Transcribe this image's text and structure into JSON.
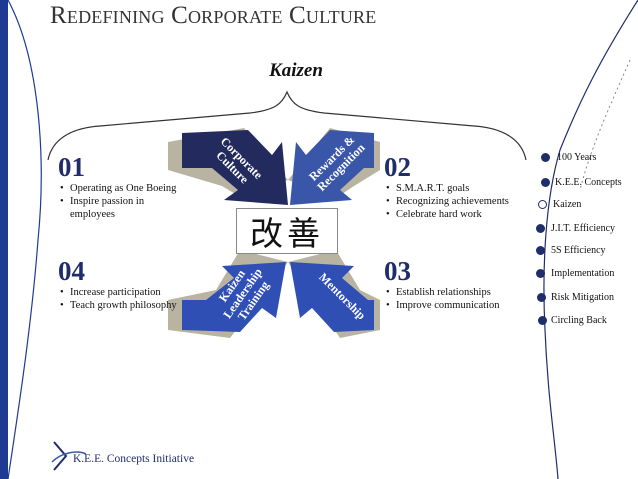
{
  "title": "Redefining Corporate Culture",
  "heading": "Kaizen",
  "kanji": "改善",
  "quadrants": [
    {
      "number": "01",
      "bullets": [
        "Operating as One Boeing",
        "Inspire passion in employees"
      ]
    },
    {
      "number": "02",
      "bullets": [
        "S.M.A.R.T. goals",
        "Recognizing achievements",
        "Celebrate hard work"
      ]
    },
    {
      "number": "03",
      "bullets": [
        "Establish relationships",
        "Improve communication"
      ]
    },
    {
      "number": "04",
      "bullets": [
        "Increase participation",
        "Teach growth philosophy"
      ]
    }
  ],
  "arrows": {
    "top_left": [
      "Corporate",
      "Culture"
    ],
    "top_right": [
      "Rewards &",
      "Recognition"
    ],
    "bottom_left": [
      "Kaizen",
      "Leadership",
      "Training"
    ],
    "bottom_right": [
      "Mentorship"
    ]
  },
  "timeline": [
    {
      "label": "100 Years",
      "style": "filled"
    },
    {
      "label": "K.E.E. Concepts",
      "style": "filled"
    },
    {
      "label": "Kaizen",
      "style": "open"
    },
    {
      "label": "J.I.T. Efficiency",
      "style": "filled"
    },
    {
      "label": "5S Efficiency",
      "style": "filled"
    },
    {
      "label": "Implementation",
      "style": "filled"
    },
    {
      "label": "Risk Mitigation",
      "style": "filled"
    },
    {
      "label": "Circling Back",
      "style": "filled"
    }
  ],
  "footer": "K.E.E. Concepts Initiative",
  "colors": {
    "navy": "#1f2d6b",
    "dark_navy": "#232b5e",
    "mid_blue": "#3a56a8",
    "bright_blue": "#2f4fb5",
    "shadow_gray": "#b9b4a2",
    "accent_blue": "#1f3a93"
  }
}
